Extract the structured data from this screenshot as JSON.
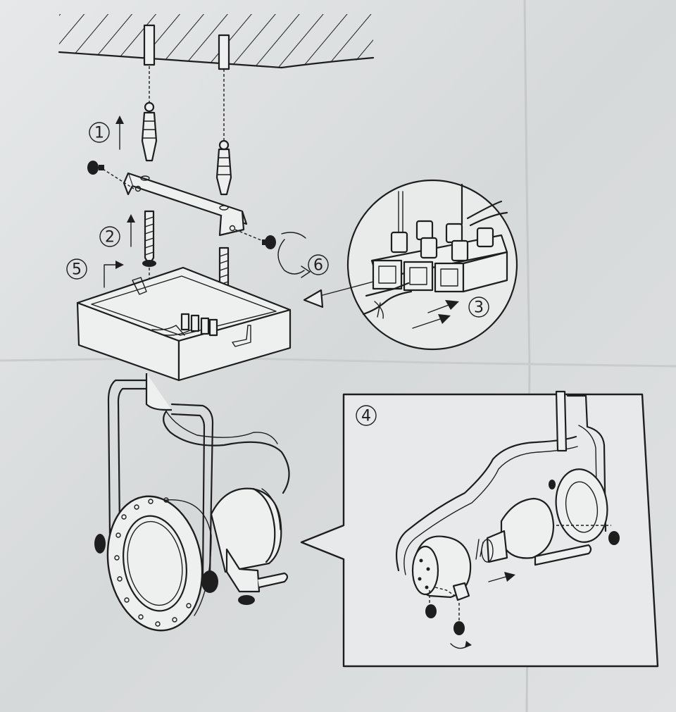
{
  "steps": [
    {
      "id": "1",
      "label": "1"
    },
    {
      "id": "2",
      "label": "2"
    },
    {
      "id": "3",
      "label": "3"
    },
    {
      "id": "4",
      "label": "4"
    },
    {
      "id": "5",
      "label": "5"
    },
    {
      "id": "6",
      "label": "6"
    }
  ],
  "colors": {
    "paper": "#d9dcdd",
    "ink": "#1e1e1e",
    "part_fill": "#eeefef"
  }
}
